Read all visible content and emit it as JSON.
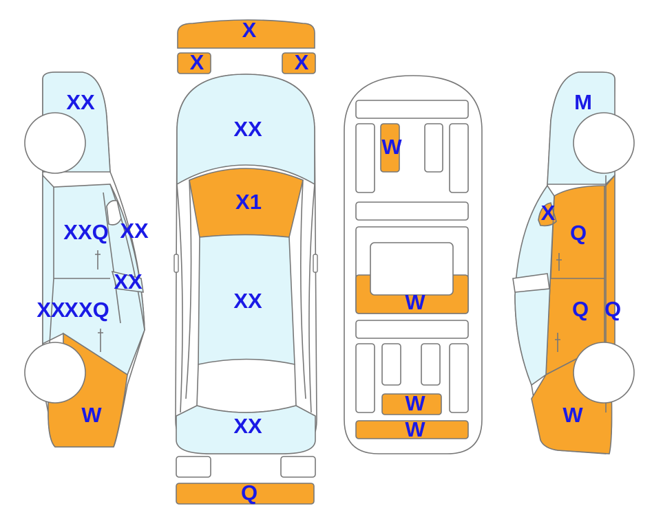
{
  "colors": {
    "damaged": "#f8a52c",
    "glass": "#dff6fb",
    "body": "#ffffff",
    "outline": "#777777",
    "code_text": "#1a1ae6"
  },
  "panels": {
    "front_bumper": "X",
    "front_left_light": "X",
    "front_right_light": "X",
    "hood": "XX",
    "windshield": "X1",
    "roof": "XX",
    "trunk_lid": "XX",
    "rear_bumper": "Q",
    "left_front_fender": "XX",
    "left_front_door": "XXQ",
    "left_mirror": "XX",
    "left_window": "XX",
    "left_rear_door_a": "XX",
    "left_rear_door_b": "XXQ",
    "left_rear_quarter": "W",
    "right_front_fender": "M",
    "right_mirror": "X",
    "right_front_door": "Q",
    "right_rear_door": "Q",
    "right_rear_pillar": "Q",
    "right_rear_quarter": "W",
    "floor_front_seat": "W",
    "floor_cross_member": "W",
    "floor_rear_panel": "W",
    "floor_rear_end": "W"
  }
}
